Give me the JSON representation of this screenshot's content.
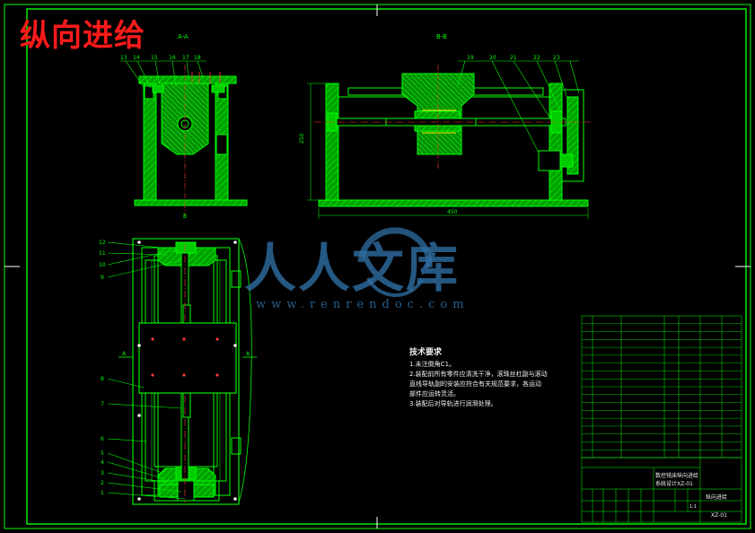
{
  "drawing": {
    "title": "纵向进给",
    "view_labels": {
      "left_section": "A-A",
      "right_section": "B-B",
      "cut_mark": "B"
    },
    "dimensions": {
      "height": "250",
      "length": "450"
    },
    "top_left_callouts": [
      "13",
      "14",
      "15",
      "16",
      "17",
      "18"
    ],
    "top_right_callouts": [
      "19",
      "20",
      "21",
      "22",
      "23"
    ],
    "plan_callouts": [
      "12",
      "11",
      "10",
      "9",
      "8",
      "7",
      "6",
      "5",
      "4",
      "3",
      "2",
      "1"
    ],
    "side_marks": {
      "left": "A",
      "right": "A"
    }
  },
  "watermark": {
    "chinese": "人人文库",
    "url": "www.renrendoc.com"
  },
  "tech_requirements": {
    "heading": "技术要求",
    "lines": [
      "1.未注倒角C1。",
      "2.装配前所有零件应清洗干净，滚珠丝杠副与滚动",
      "直线导轨副的安装应符合有关规范要求，各运动",
      "部件应运转灵活。",
      "3.装配后对导轨进行润滑处理。"
    ]
  },
  "title_block": {
    "project": "数控铣床纵向进给",
    "subtitle": "系统设计XZ-01",
    "drawing_name": "纵向进给",
    "code": "XZ-01",
    "scale": "1:1"
  },
  "colors": {
    "background": "#000000",
    "lines": "#00ff00",
    "hatch": "#00cc00",
    "title": "#ff1a1a",
    "watermark": "#2f6fa3",
    "white": "#f0f0f0",
    "accent": "#ff3b3b",
    "yellow": "#ffe000"
  }
}
